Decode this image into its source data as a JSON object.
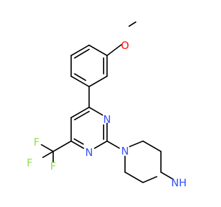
{
  "molecule": {
    "atoms": {
      "o_methoxy": {
        "text": "O",
        "color": "#ff0d0d"
      },
      "n_pyrimidine_3": {
        "text": "N",
        "color": "#3050f8"
      },
      "n_pyrimidine_1": {
        "text": "N",
        "color": "#3050f8"
      },
      "n_piperazine_1": {
        "text": "N",
        "color": "#3050f8"
      },
      "n_piperazine_4": {
        "text": "NH",
        "color": "#3050f8"
      },
      "f_1": {
        "text": "F",
        "color": "#90e050"
      },
      "f_2": {
        "text": "F",
        "color": "#90e050"
      },
      "f_3": {
        "text": "F",
        "color": "#90e050"
      }
    },
    "bond_color": "#000000"
  }
}
